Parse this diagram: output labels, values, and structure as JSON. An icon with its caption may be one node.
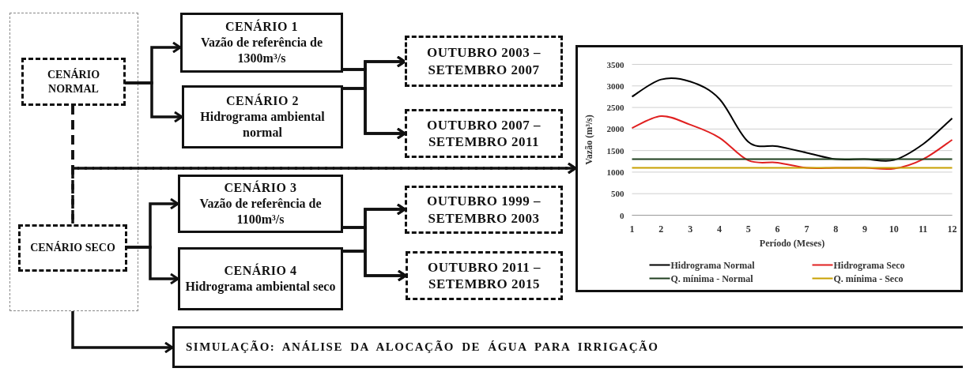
{
  "diagram": {
    "nodes": [
      {
        "text": [],
        "shape": "box"
      },
      {
        "text": [
          "CENÁRIO NORMAL"
        ],
        "in": 0
      },
      {
        "text": [
          "CENÁRIO 1",
          "Vazão de referência de 1300m³/s"
        ]
      },
      {
        "text": [
          "CENÁRIO 2",
          "Hidrograma ambiental normal"
        ]
      },
      {
        "text": [
          "OUTUBRO 2003 – SETEMBRO 2007"
        ]
      },
      {
        "text": [
          "OUTUBRO 2007 – SETEMBRO 2011"
        ]
      },
      {
        "text": [],
        "shape": "box"
      },
      {
        "text": [
          "CENÁRIO SECO"
        ],
        "in": 0
      },
      {
        "text": [
          "CENÁRIO 3",
          "Vazão de referência de 1100m³/s"
        ]
      },
      {
        "text": [
          "CENÁRIO 4",
          "Hidrograma ambiental seco"
        ]
      },
      {
        "text": [
          "OUTUBRO 1999 – SETEMBRO 2003"
        ]
      },
      {
        "text": [
          "OUTUBRO 2011 – SETEMBRO 2015"
        ]
      },
      {
        "text": [
          "SIMULAÇÃO: ANÁLISE DA ALOCAÇÃO DE ÁGUA PARA IRRIGAÇÃO"
        ]
      }
    ],
    "edges": [
      {
        "from": 1,
        "to": 2,
        "arrow": "to"
      },
      {
        "from": 1,
        "to": 3,
        "arrow": "to"
      },
      {
        "from": 2,
        "to": 4,
        "arrow": "to"
      },
      {
        "from": 2,
        "to": 5,
        "arrow": "to"
      },
      {
        "from": 3,
        "to": 4,
        "arrow": "to"
      },
      {
        "from": 3,
        "to": 5,
        "arrow": "to"
      },
      {
        "from": 1,
        "to": 7,
        "arrow": "none",
        "style": "dashed"
      },
      {
        "from": 1,
        "to": 6,
        "arrow": "to",
        "style": "dashed"
      },
      {
        "from": 7,
        "to": 6,
        "arrow": "to",
        "style": "dashed"
      },
      {
        "from": 7,
        "to": 8,
        "arrow": "to"
      },
      {
        "from": 7,
        "to": 9,
        "arrow": "to"
      },
      {
        "from": 8,
        "to": 10,
        "arrow": "to"
      },
      {
        "from": 8,
        "to": 11,
        "arrow": "to"
      },
      {
        "from": 9,
        "to": 10,
        "arrow": "to"
      },
      {
        "from": 9,
        "to": 11,
        "arrow": "to"
      },
      {
        "from": 0,
        "to": 12,
        "arrow": "to"
      }
    ],
    "chart_data": {
      "type": "line",
      "xlabel": "Período (Meses)",
      "ylabel": "Vazão (m³/s)",
      "x": [
        1,
        2,
        3,
        4,
        5,
        6,
        7,
        8,
        9,
        10,
        11,
        12
      ],
      "series": [
        {
          "name": "Hidrograma Normal",
          "color": "#000000",
          "values": [
            2750,
            3150,
            3100,
            2700,
            1700,
            1600,
            1450,
            1300,
            1300,
            1280,
            1650,
            2250
          ]
        },
        {
          "name": "Hidrograma Seco",
          "color": "#e02020",
          "values": [
            2020,
            2300,
            2100,
            1800,
            1270,
            1220,
            1100,
            1100,
            1100,
            1080,
            1300,
            1750
          ]
        },
        {
          "name": "Q. mínima - Normal",
          "color": "#1f3f1f",
          "values": [
            1300,
            1300,
            1300,
            1300,
            1300,
            1300,
            1300,
            1300,
            1300,
            1300,
            1300,
            1300
          ]
        },
        {
          "name": "Q. mínima - Seco",
          "color": "#c8a000",
          "values": [
            1100,
            1100,
            1100,
            1100,
            1100,
            1100,
            1100,
            1100,
            1100,
            1100,
            1100,
            1100
          ]
        }
      ],
      "xlim": [
        1,
        12
      ],
      "ylim": [
        0,
        3500
      ],
      "xticks": [
        1,
        2,
        3,
        4,
        5,
        6,
        7,
        8,
        9,
        10,
        11,
        12
      ],
      "yticks": [
        0,
        500,
        1000,
        1500,
        2000,
        2500,
        3000,
        3500
      ],
      "grid": true,
      "legend": "bottom"
    }
  }
}
